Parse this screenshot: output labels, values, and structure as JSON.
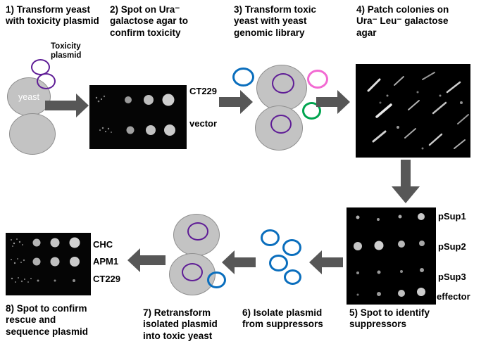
{
  "steps": {
    "s1": "1) Transform yeast\nwith toxicity plasmid",
    "s2": "2) Spot on Ura⁻\ngalactose agar to\nconfirm toxicity",
    "s3": "3) Transform toxic\nyeast with yeast\ngenomic library",
    "s4": "4) Patch colonies on\nUra⁻ Leu⁻ galactose\nagar",
    "s5": "5) Spot to identify\nsuppressors",
    "s6": "6) Isolate plasmid\nfrom suppressors",
    "s7": "7) Retransform\nisolated plasmid\ninto toxic yeast",
    "s8": "8) Spot to confirm\nrescue and\nsequence plasmid"
  },
  "annotations": {
    "toxicity_plasmid": "Toxicity\nplasmid",
    "yeast": "yeast"
  },
  "panel2_labels": {
    "row1": "CT229",
    "row2": "vector"
  },
  "panel5_labels": {
    "row1": "pSup1",
    "row2": "pSup2",
    "row3": "pSup3",
    "row4": "effector"
  },
  "panel8_labels": {
    "row1": "CHC",
    "row2": "APM1",
    "row3": "CT229"
  },
  "colors": {
    "arrow": "#575757",
    "cell_fill": "#c3c3c3",
    "plasmid_purple": "#5f1d96",
    "plasmid_blue": "#0a6ebd",
    "plasmid_pink": "#f26ad2",
    "plasmid_green": "#00a44f",
    "panel_background": "#000000"
  }
}
